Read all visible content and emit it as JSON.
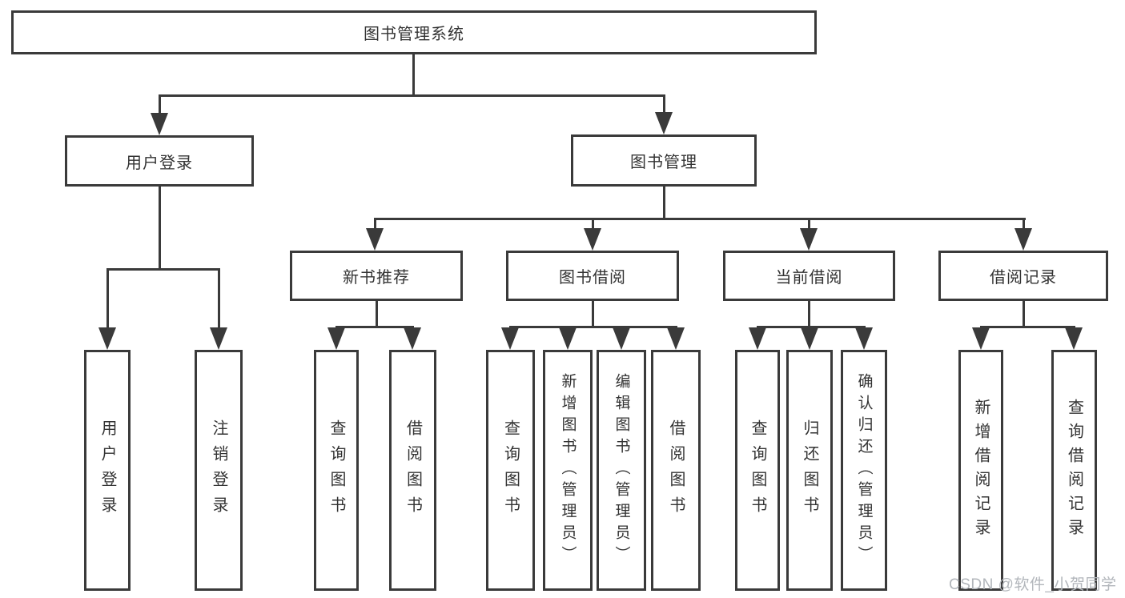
{
  "diagram": {
    "root": {
      "label": "图书管理系统",
      "children": [
        {
          "label": "用户登录",
          "children": [
            {
              "label": "用户登录"
            },
            {
              "label": "注销登录"
            }
          ]
        },
        {
          "label": "图书管理",
          "children": [
            {
              "label": "新书推荐",
              "children": [
                {
                  "label": "查询图书"
                },
                {
                  "label": "借阅图书"
                }
              ]
            },
            {
              "label": "图书借阅",
              "children": [
                {
                  "label": "查询图书"
                },
                {
                  "label": "新增图书（管理员）"
                },
                {
                  "label": "编辑图书（管理员）"
                },
                {
                  "label": "借阅图书"
                }
              ]
            },
            {
              "label": "当前借阅",
              "children": [
                {
                  "label": "查询图书"
                },
                {
                  "label": "归还图书"
                },
                {
                  "label": "确认归还（管理员）"
                }
              ]
            },
            {
              "label": "借阅记录",
              "children": [
                {
                  "label": "新增借阅记录"
                },
                {
                  "label": "查询借阅记录"
                }
              ]
            }
          ]
        }
      ]
    }
  },
  "watermark": {
    "text": "CSDN @软件_小贺同学"
  },
  "colors": {
    "line": "#3a3a3a",
    "box_border": "#3a3a3a",
    "text": "#333333",
    "background": "#ffffff",
    "watermark": "#b2b6bb"
  }
}
